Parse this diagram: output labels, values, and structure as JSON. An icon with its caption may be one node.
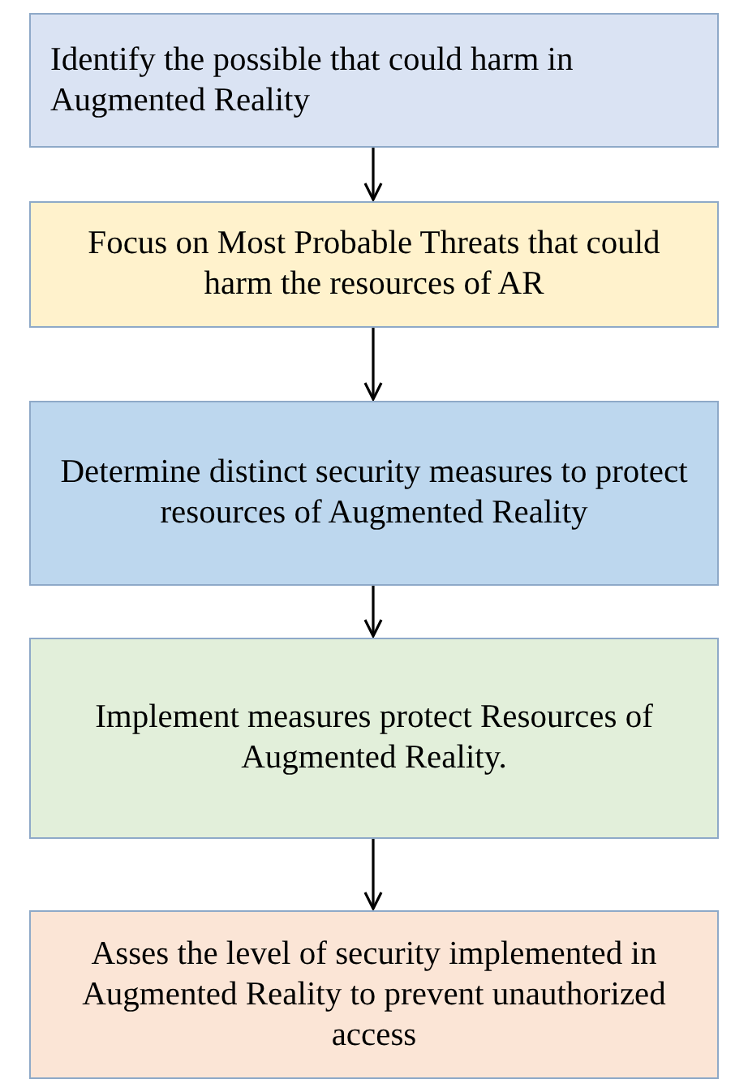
{
  "diagram": {
    "nodes": [
      {
        "text": [
          "Identify the possible that could harm in Augmented Reality"
        ]
      },
      {
        "text": [
          "Focus on Most Probable Threats that could harm the resources of AR"
        ]
      },
      {
        "text": [
          "Determine distinct security measures to protect resources of Augmented Reality"
        ]
      },
      {
        "text": [
          "Implement measures protect Resources of Augmented Reality."
        ]
      },
      {
        "text": [
          "Asses the level of security implemented in Augmented Reality to prevent unauthorized access"
        ]
      }
    ],
    "edges": [
      {
        "from": 0,
        "to": 1,
        "arrow": "to"
      },
      {
        "from": 1,
        "to": 2,
        "arrow": "to"
      },
      {
        "from": 2,
        "to": 3,
        "arrow": "to"
      },
      {
        "from": 3,
        "to": 4,
        "arrow": "to"
      }
    ]
  }
}
